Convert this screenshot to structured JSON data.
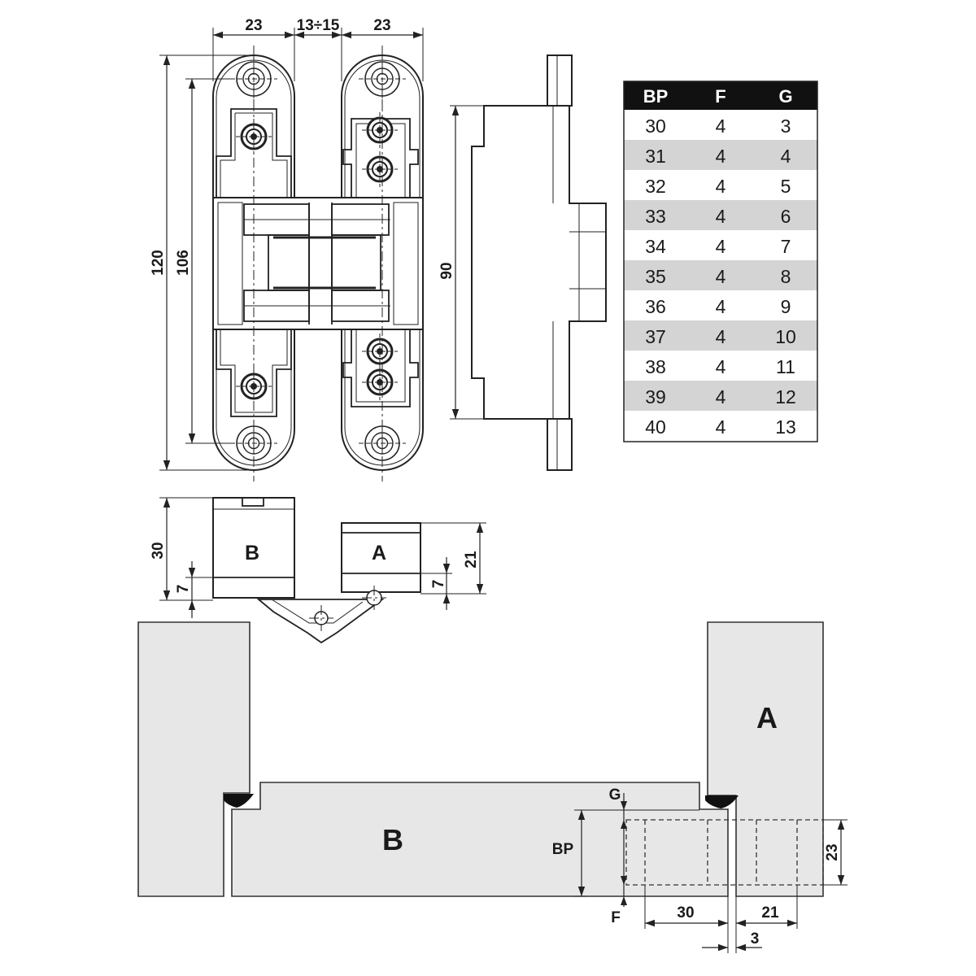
{
  "colors": {
    "ink": "#222222",
    "table_header_bg": "#111111",
    "table_row_bg": "#ffffff",
    "table_row_alt_bg": "#d4d4d4",
    "section_fill": "#e7e7e7",
    "seal": "#111111"
  },
  "front_view": {
    "dim_leaf_left": "23",
    "dim_gap": "13÷15",
    "dim_leaf_right": "23",
    "dim_total_height": "120",
    "dim_hole_spacing": "106"
  },
  "side_view": {
    "dim_body_height": "90"
  },
  "table": {
    "headers": [
      "BP",
      "F",
      "G"
    ],
    "rows": [
      [
        "30",
        "4",
        "3"
      ],
      [
        "31",
        "4",
        "4"
      ],
      [
        "32",
        "4",
        "5"
      ],
      [
        "33",
        "4",
        "6"
      ],
      [
        "34",
        "4",
        "7"
      ],
      [
        "35",
        "4",
        "8"
      ],
      [
        "36",
        "4",
        "9"
      ],
      [
        "37",
        "4",
        "10"
      ],
      [
        "38",
        "4",
        "11"
      ],
      [
        "39",
        "4",
        "12"
      ],
      [
        "40",
        "4",
        "13"
      ]
    ]
  },
  "top_view": {
    "label_b": "B",
    "label_a": "A",
    "dim_b_height": "30",
    "dim_b_offset": "7",
    "dim_a_height": "21",
    "dim_a_offset": "7"
  },
  "section": {
    "label_frame": "A",
    "label_door": "B",
    "label_g": "G",
    "label_bp": "BP",
    "label_f": "F",
    "dim_door_depth": "30",
    "dim_frame_depth": "21",
    "dim_gap": "3",
    "dim_width": "23"
  }
}
